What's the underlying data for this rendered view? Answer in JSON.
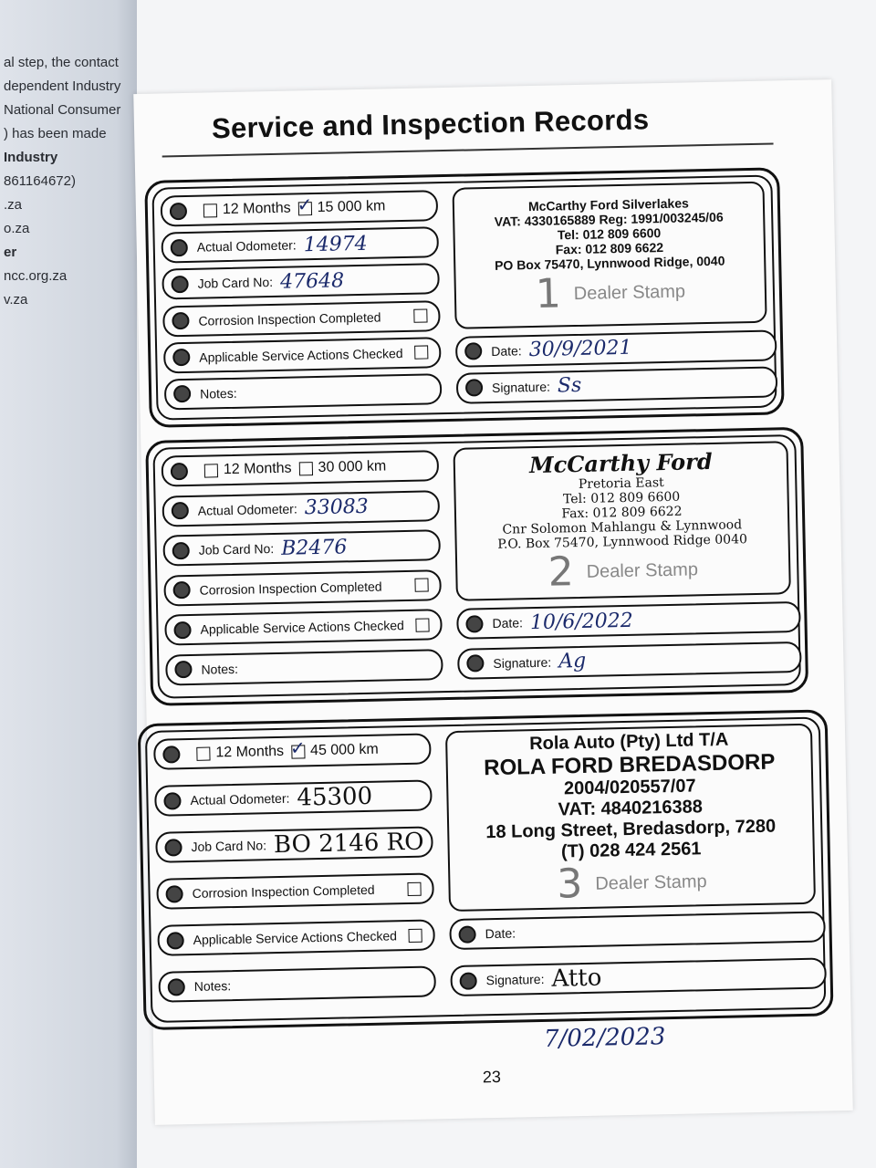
{
  "left_page": {
    "lines": [
      "al step, the contact",
      "dependent Industry",
      "National Consumer",
      ") has been made",
      "Industry",
      "861164672)",
      ".za",
      "o.za",
      "er",
      "ncc.org.za",
      "v.za"
    ]
  },
  "title": "Service and Inspection Records",
  "labels": {
    "months": "12 Months",
    "odometer": "Actual Odometer:",
    "job_card": "Job Card No:",
    "corrosion": "Corrosion Inspection Completed",
    "service_actions": "Applicable Service Actions Checked",
    "notes": "Notes:",
    "date": "Date:",
    "signature": "Signature:",
    "dealer_stamp": "Dealer Stamp"
  },
  "records": [
    {
      "number": "1",
      "km": "15 000 km",
      "km_checked": true,
      "months_checked": false,
      "odometer": "14974",
      "job_card": "47648",
      "date": "30/9/2021",
      "signature": "Ss",
      "stamp_lines": [
        "McCarthy Ford Silverlakes",
        "VAT: 4330165889  Reg: 1991/003245/06",
        "Tel: 012 809 6600",
        "Fax: 012 809 6622",
        "PO Box 75470, Lynnwood Ridge, 0040"
      ]
    },
    {
      "number": "2",
      "km": "30 000 km",
      "km_checked": false,
      "months_checked": false,
      "odometer": "33083",
      "job_card": "B2476",
      "date": "10/6/2022",
      "signature": "Ag",
      "stamp_lines": [
        "McCarthy Ford",
        "Pretoria East",
        "Tel: 012 809 6600",
        "Fax: 012 809 6622",
        "Cnr Solomon Mahlangu & Lynnwood",
        "P.O. Box 75470, Lynnwood Ridge 0040"
      ]
    },
    {
      "number": "3",
      "km": "45 000 km",
      "km_checked": true,
      "months_checked": false,
      "odometer": "45300",
      "job_card": "BO 2146 RO",
      "date": "",
      "signature": "Atto",
      "stamp_lines": [
        "Rola Auto (Pty) Ltd T/A",
        "ROLA FORD BREDASDORP",
        "2004/020557/07",
        "VAT: 4840216388",
        "18 Long Street, Bredasdorp, 7280",
        "(T) 028 424 2561"
      ]
    }
  ],
  "handwritten_date_below": "7/02/2023",
  "page_number": "23"
}
